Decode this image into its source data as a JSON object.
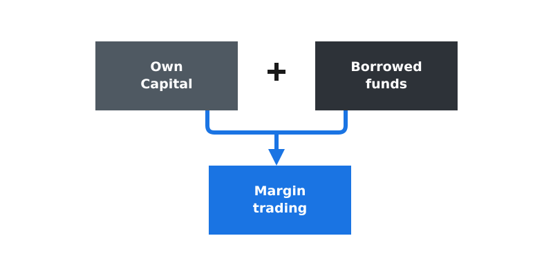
{
  "colors": {
    "own_capital_bg": "#4f5962",
    "borrowed_funds_bg": "#2d3238",
    "margin_trading_bg": "#1a74e3",
    "connector": "#1a74e3",
    "plus": "#1a1a1a"
  },
  "boxes": {
    "own_capital": {
      "line1": "Own",
      "line2": "Capital"
    },
    "borrowed_funds": {
      "line1": "Borrowed",
      "line2": "funds"
    },
    "margin_trading": {
      "line1": "Margin",
      "line2": "trading"
    }
  },
  "operator": {
    "icon": "plus-icon"
  }
}
